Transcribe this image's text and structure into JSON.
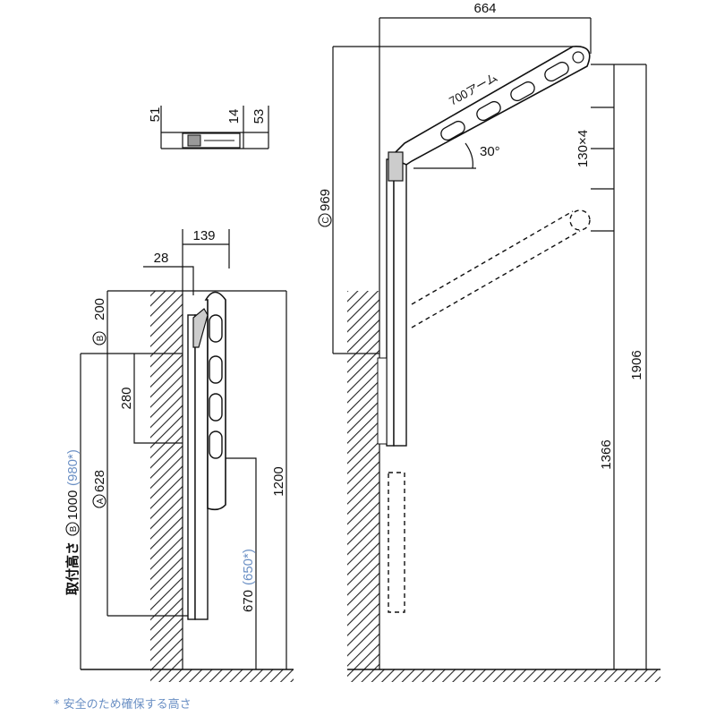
{
  "labels": {
    "small_51": "51",
    "small_14": "14",
    "small_53": "53",
    "dim_139": "139",
    "dim_28": "28",
    "dim_200": "200",
    "dim_280": "280",
    "dim_628": "628",
    "dim_1200": "1200",
    "install_height_main": "取付高さ",
    "install_height_value": "1000",
    "install_height_alt": "(980*)",
    "dim_670": "670",
    "dim_670_alt": "(650*)",
    "dim_664": "664",
    "arm_label": "700アーム",
    "angle": "30°",
    "dim_130x4": "130×4",
    "dim_969": "969",
    "dim_1906": "1906",
    "dim_1366": "1366",
    "marker_A": "A",
    "marker_B": "B",
    "marker_C": "C"
  },
  "footnote": "* 安全のため確保する高さ"
}
